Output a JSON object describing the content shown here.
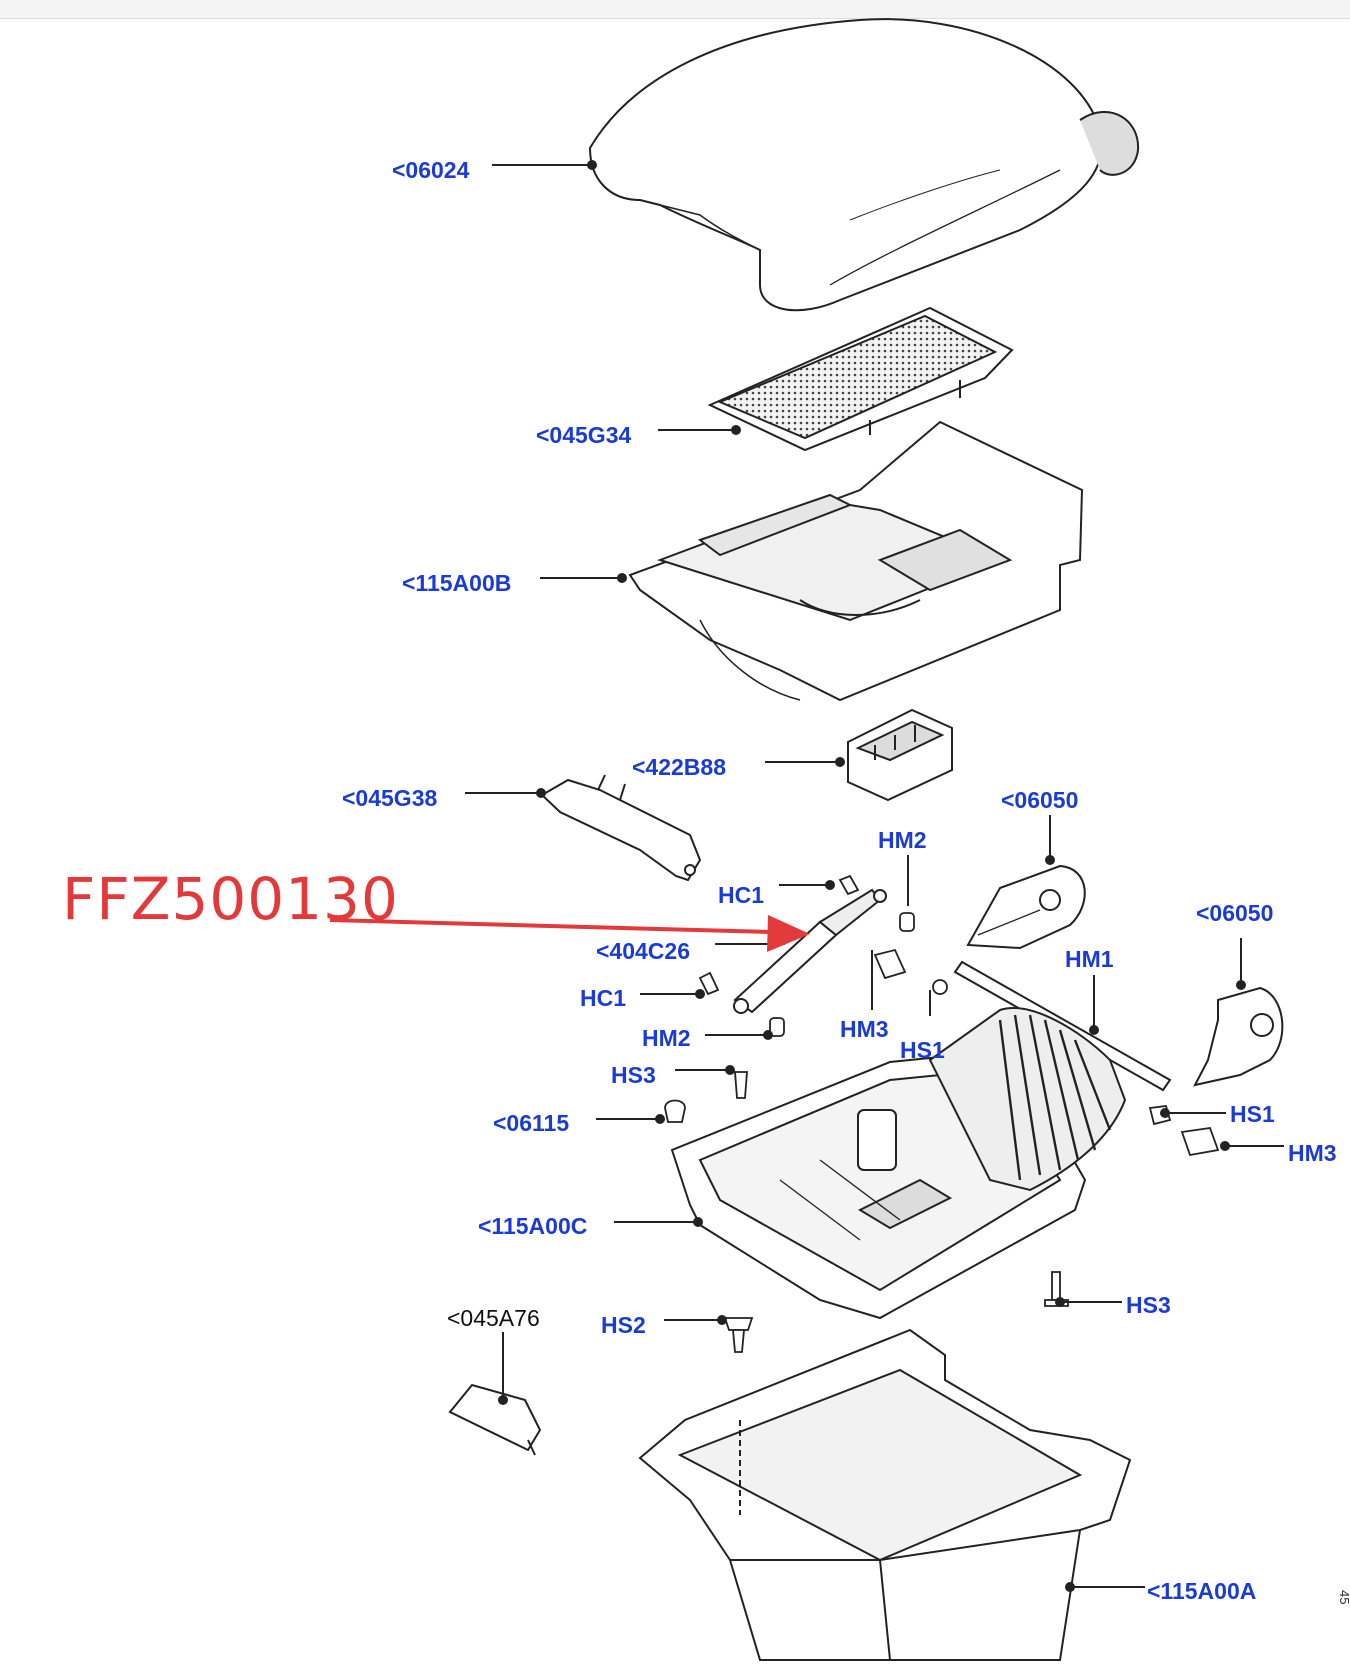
{
  "callout": {
    "text": "FFZ500130",
    "color": "#e23a3a"
  },
  "labels": {
    "l06024": "<06024",
    "l045G34": "<045G34",
    "l115A00B": "<115A00B",
    "l422B88": "<422B88",
    "l045G38": "<045G38",
    "l06050a": "<06050",
    "l06050b": "<06050",
    "hm2_top": "HM2",
    "hc1_top": "HC1",
    "l404C26": "<404C26",
    "hc1_bottom": "HC1",
    "hm1": "HM1",
    "hm2_bottom": "HM2",
    "hm3_left": "HM3",
    "hs1_left": "HS1",
    "hs3_top": "HS3",
    "l06115": "<06115",
    "hs1_right": "HS1",
    "hm3_right": "HM3",
    "l115A00C": "<115A00C",
    "l045A76": "<045A76",
    "hs2": "HS2",
    "hs3_bottom": "HS3",
    "l115A00A": "<115A00A"
  },
  "edge_mark": "45",
  "colors": {
    "label": "#1a3bd6",
    "lines": "#222222",
    "arrow": "#e23a3a"
  }
}
